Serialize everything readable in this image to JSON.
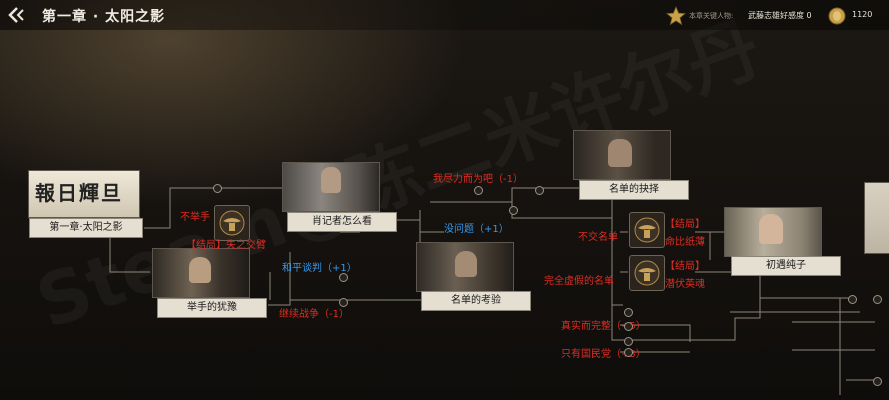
{
  "header": {
    "title": "第一章 · 太阳之影",
    "key_person_label": "本章关键人物:",
    "key_person_value": "武藤志雄好感度 0",
    "coins": "1120"
  },
  "nodes": {
    "start": "第一章·太阳之影",
    "raise_hand": "举手的犹豫",
    "reporter": "肖记者怎么看",
    "list_test": "名单的考验",
    "list_choice": "名单的抉择",
    "first_meet": "初遇纯子"
  },
  "choices": {
    "no_raise": "不举手",
    "ending_lost_friend": "【结局】失之交臂",
    "peace_talk": "和平谈判（+1）",
    "continue_war": "继续战争（-1）",
    "no_problem": "没问题（+1）",
    "do_my_best": "我尽力而为吧（-1）",
    "no_list": "不交名单",
    "ending_paper_life": "【结局】命比纸薄",
    "fake_list": "完全虚假的名单",
    "ending_hidden_hero": "【结局】潜伏英魂",
    "real_complete": "真实而完整（+5）",
    "only_kmt": "只有国民党（+3）"
  },
  "newspaper_text": "報日輝旦",
  "watermark": "Steam@陈二米许尔丹"
}
